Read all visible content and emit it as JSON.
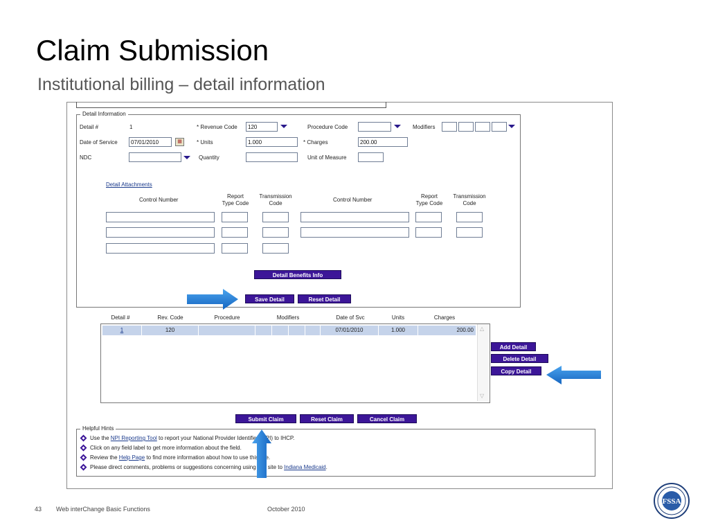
{
  "slide": {
    "title": "Claim Submission",
    "subtitle": "Institutional billing – detail information"
  },
  "detail_info": {
    "legend": "Detail Information",
    "detail_num_label": "Detail #",
    "detail_num_value": "1",
    "revenue_code_label": "* Revenue Code",
    "revenue_code_value": "120",
    "procedure_code_label": "Procedure Code",
    "procedure_code_value": "",
    "modifiers_label": "Modifiers",
    "date_of_service_label": "Date of Service",
    "date_of_service_value": "07/01/2010",
    "units_label": "* Units",
    "units_value": "1.000",
    "charges_label": "* Charges",
    "charges_value": "200.00",
    "ndc_label": "NDC",
    "quantity_label": "Quantity",
    "unit_of_measure_label": "Unit of Measure"
  },
  "attachments": {
    "link": "Detail Attachments",
    "control_number": "Control Number",
    "report_type_code_1": "Report",
    "report_type_code_2": "Type Code",
    "transmission_code_1": "Transmission",
    "transmission_code_2": "Code"
  },
  "buttons": {
    "detail_benefits": "Detail Benefits Info",
    "save_detail": "Save Detail",
    "reset_detail": "Reset Detail",
    "add_detail": "Add Detail",
    "delete_detail": "Delete Detail",
    "copy_detail": "Copy Detail",
    "submit_claim": "Submit Claim",
    "reset_claim": "Reset Claim",
    "cancel_claim": "Cancel Claim"
  },
  "grid": {
    "headers": [
      "Detail #",
      "Rev. Code",
      "Procedure",
      "Modifiers",
      "Date of Svc",
      "Units",
      "Charges"
    ],
    "rows": [
      {
        "detail": "1",
        "rev_code": "120",
        "procedure": "",
        "date": "07/01/2010",
        "units": "1.000",
        "charges": "200.00"
      }
    ]
  },
  "hints": {
    "legend": "Helpful Hints",
    "h1_pre": "Use the ",
    "h1_link": "NPI Reporting Tool",
    "h1_post": " to report your National Provider Identifier (NPI) to IHCP.",
    "h2": "Click on any field label to get more information about the field.",
    "h3_pre": "Review the ",
    "h3_link": "Help Page",
    "h3_post": " to find more information about how to use this site.",
    "h4_pre": "Please direct comments, problems or suggestions concerning using this site to ",
    "h4_link": "Indiana Medicaid",
    "h4_post": "."
  },
  "footer": {
    "page_number": "43",
    "title": "Web interChange Basic Functions",
    "date": "October 2010",
    "logo_text": "FSSA"
  },
  "colors": {
    "button": "#3c1698",
    "arrow": "#1e7fd8",
    "row_highlight": "#c5d3ea"
  }
}
